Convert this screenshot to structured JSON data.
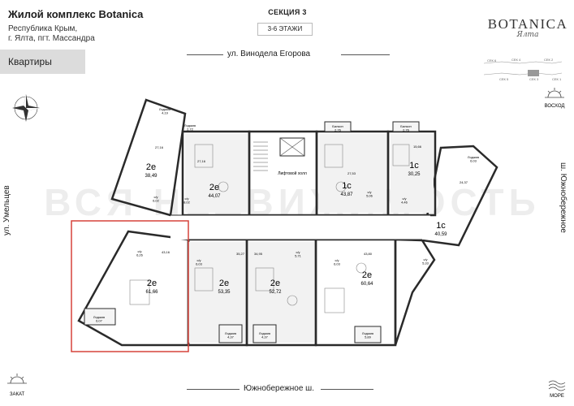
{
  "header": {
    "title": "Жилой комплекс Botanica",
    "subtitle_line1": "Республика Крым,",
    "subtitle_line2": "г. Ялта, пгт. Массандра"
  },
  "section": {
    "label": "СЕКЦИЯ 3",
    "floors": "3-6 ЭТАЖИ"
  },
  "nav": {
    "tab_label": "Квартиры"
  },
  "logo": {
    "main": "BOTANICA",
    "sub": "Ялта"
  },
  "streets": {
    "top": "ул. Винодела Егорова",
    "bottom": "Южнобережное ш.",
    "left": "ул. Умельцев",
    "right": "ш. Южнобережное"
  },
  "compass": {
    "sunrise": "ВОСХОД",
    "sunset": "ЗАКАТ",
    "sea": "МОРЕ"
  },
  "mini_map": [
    "СЕК 6",
    "СЕК 4",
    "СЕК 2",
    "СЕК 5",
    "СЕК 3",
    "СЕК 1"
  ],
  "watermark": "ВСЯ НЕДВИЖИМОСТЬ",
  "plan": {
    "lift_hall": "Лифтовой холл",
    "apartments": [
      {
        "type": "2е",
        "area": "38,49",
        "room": "27,16",
        "bath": "с/у\n6,02",
        "loggia": "Лоджия\n4,19"
      },
      {
        "type": "2е",
        "area": "44,07",
        "room": "27,16",
        "bath": "с/у\n8,02",
        "loggia": "Лоджия\n2,72"
      },
      {
        "type": "1с",
        "area": "43,87",
        "room": "27,53",
        "bath": "с/у\n5,06",
        "balcony": "Балкон\n2,76"
      },
      {
        "type": "1с",
        "area": "30,25",
        "room": "15,66",
        "bath": "с/у\n4,46",
        "balcony": "Балкон\n2,76"
      },
      {
        "type": "1с",
        "area": "40,59",
        "room": "24,37",
        "bath": "с/у\n5,33",
        "loggia": "Лоджия\n6,03"
      },
      {
        "type": "2е",
        "area": "61,66",
        "room": "43,16",
        "bath": "с/у\n6,26",
        "loggia": "Лоджия\n6,07"
      },
      {
        "type": "2е",
        "area": "53,35",
        "room": "35,27",
        "bath": "с/у\n6,03",
        "loggia": "Лоджия\n4,37"
      },
      {
        "type": "2е",
        "area": "52,72",
        "room": "34,95",
        "bath": "с/у\n5,71",
        "loggia": "Лоджия\n4,37"
      },
      {
        "type": "2е",
        "area": "60,64",
        "room": "43,80",
        "bath": "с/у\n6,03",
        "loggia": "Лоджия\n5,89"
      }
    ]
  },
  "colors": {
    "wall": "#2a2a2a",
    "highlight": "#d6423a",
    "tab_bg": "#dcdcdc",
    "floor": "#f2f2f2"
  }
}
